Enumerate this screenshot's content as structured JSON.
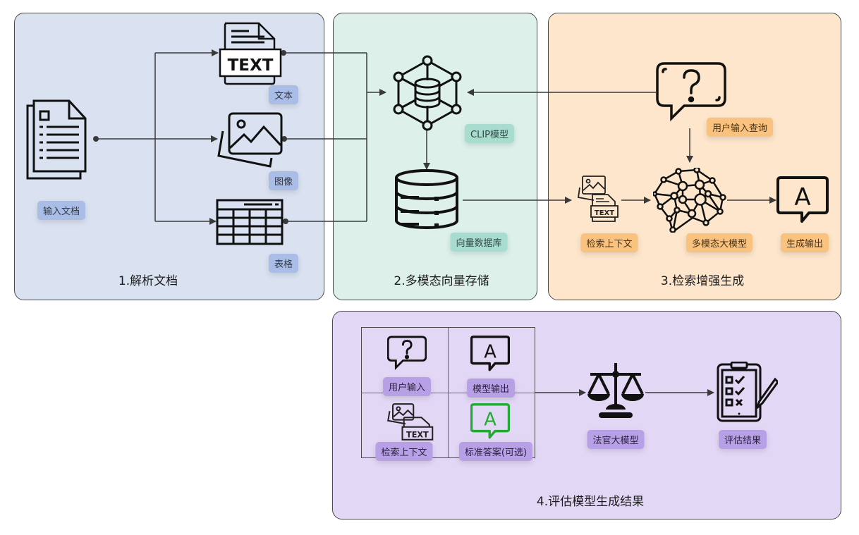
{
  "panels": {
    "parse": {
      "title": "1.解析文档",
      "color": "#dae2f2"
    },
    "store": {
      "title": "2.多模态向量存储",
      "color": "#ddf0ea"
    },
    "rag": {
      "title": "3.检索增强生成",
      "color": "#fde6cb"
    },
    "eval": {
      "title": "4.评估模型生成结果",
      "color": "#e2d8f5"
    }
  },
  "parse": {
    "input_doc": "输入文档",
    "text": "文本",
    "text_icon_label": "TEXT",
    "image": "图像",
    "table": "表格"
  },
  "store": {
    "clip": "CLIP模型",
    "vector_db": "向量数据库"
  },
  "rag": {
    "user_query": "用户输入查询",
    "retrieved_context": "检索上下文",
    "context_icon_label": "TEXT",
    "mllm": "多模态大模型",
    "output": "生成输出",
    "answer_glyph": "A"
  },
  "eval": {
    "user_input": "用户输入",
    "model_output": "模型输出",
    "retrieved_context": "检索上下文",
    "context_icon_label": "TEXT",
    "reference_answer": "标准答案(可选)",
    "judge": "法官大模型",
    "result": "评估结果",
    "answer_glyph": "A",
    "reference_color": "#22aa33"
  }
}
